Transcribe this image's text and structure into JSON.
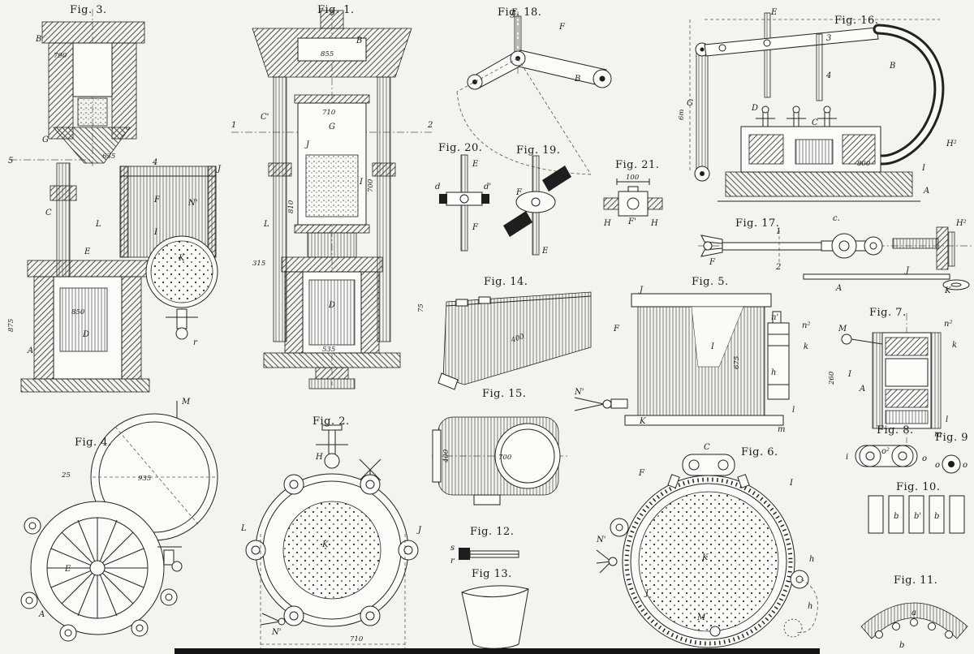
{
  "plate": {
    "colors": {
      "paper": "#f5f3ee",
      "ink": "#222222"
    },
    "figures": {
      "f1": {
        "label": "Fig. 1.",
        "ann": {
          "one": "1",
          "two": "2",
          "b": "B",
          "c1": "C'",
          "g": "G",
          "j": "J",
          "i": "I",
          "l": "L",
          "d": "D",
          "d855": "855",
          "d710": "710",
          "d810": "810",
          "d315": "315",
          "d535": "535",
          "d700": "700",
          "d75": "75"
        }
      },
      "f2": {
        "label": "Fig. 2.",
        "ann": {
          "h": "H",
          "l": "L",
          "j": "J",
          "k": "K",
          "n": "N'",
          "d710": "710"
        }
      },
      "f3": {
        "label": "Fig. 3.",
        "ann": {
          "five": "5",
          "b": "B",
          "g": "G",
          "c": "C",
          "l": "L",
          "e": "E",
          "d": "D",
          "a": "A",
          "four": "4",
          "j": "J",
          "f": "F",
          "n": "N'",
          "i": "I",
          "k": "K",
          "r": "r",
          "d790": "790",
          "d635": "635",
          "d850": "850",
          "d875": "875"
        }
      },
      "f4": {
        "label": "Fig. 4.",
        "ann": {
          "m": "M",
          "e": "E",
          "a": "A",
          "d935": "935",
          "d25": "25"
        }
      },
      "f5": {
        "label": "Fig. 5.",
        "ann": {
          "j": "J",
          "f": "F",
          "i": "I",
          "k": "K",
          "n": "N'",
          "np": "n'",
          "n2": "n²",
          "kk": "k",
          "h": "h",
          "l": "l",
          "m": "m",
          "d675": "675"
        }
      },
      "f6": {
        "label": "Fig. 6.",
        "ann": {
          "c": "C",
          "i": "I",
          "f": "F",
          "j": "J",
          "k": "K",
          "n": "N'",
          "m": "M",
          "h1": "h",
          "h2": "h"
        }
      },
      "f7": {
        "label": "Fig. 7.",
        "ann": {
          "m": "M",
          "n2": "n²",
          "kk": "k",
          "a": "A",
          "i": "I",
          "l": "l",
          "mm": "m",
          "d260": "260"
        }
      },
      "f8": {
        "label": "Fig. 8.",
        "ann": {
          "i": "i",
          "o2": "o²",
          "o": "o"
        }
      },
      "f9": {
        "label": "Fig. 9",
        "ann": {
          "o1": "o",
          "o2": "o"
        }
      },
      "f10": {
        "label": "Fig. 10.",
        "ann": {
          "b1": "b",
          "b2": "b'",
          "b3": "b"
        }
      },
      "f11": {
        "label": "Fig. 11.",
        "ann": {
          "a": "a",
          "b": "b"
        }
      },
      "f12": {
        "label": "Fig. 12.",
        "ann": {
          "s": "s",
          "r": "r"
        }
      },
      "f13": {
        "label": "Fig 13.",
        "ann": {}
      },
      "f14": {
        "label": "Fig. 14.",
        "ann": {
          "d400": "400"
        }
      },
      "f15": {
        "label": "Fig. 15.",
        "ann": {
          "d700": "700",
          "d400": "400"
        }
      },
      "f16": {
        "label": "Fig. 16.",
        "ann": {
          "e": "E",
          "three": "3",
          "four": "4",
          "g": "G",
          "d": "D",
          "c": "C",
          "b": "B",
          "i": "I",
          "a": "A",
          "h2": "H²",
          "d800": "800",
          "d6m": "6m"
        }
      },
      "f17": {
        "label": "Fig. 17.",
        "ann": {
          "one": "1",
          "two": "2",
          "f": "F",
          "c": "c.",
          "a": "A",
          "j": "J",
          "k": "K",
          "h2": "H²"
        }
      },
      "f18": {
        "label": "Fig. 18.",
        "ann": {
          "e": "E",
          "f": "F",
          "b": "B"
        }
      },
      "f19": {
        "label": "Fig. 19.",
        "ann": {
          "e": "E",
          "f": "F"
        }
      },
      "f20": {
        "label": "Fig. 20.",
        "ann": {
          "e": "E",
          "f": "F",
          "d": "d",
          "dp": "d'"
        }
      },
      "f21": {
        "label": "Fig. 21.",
        "ann": {
          "d100": "100",
          "h1": "H",
          "fp": "F'",
          "h2": "H"
        }
      }
    }
  }
}
